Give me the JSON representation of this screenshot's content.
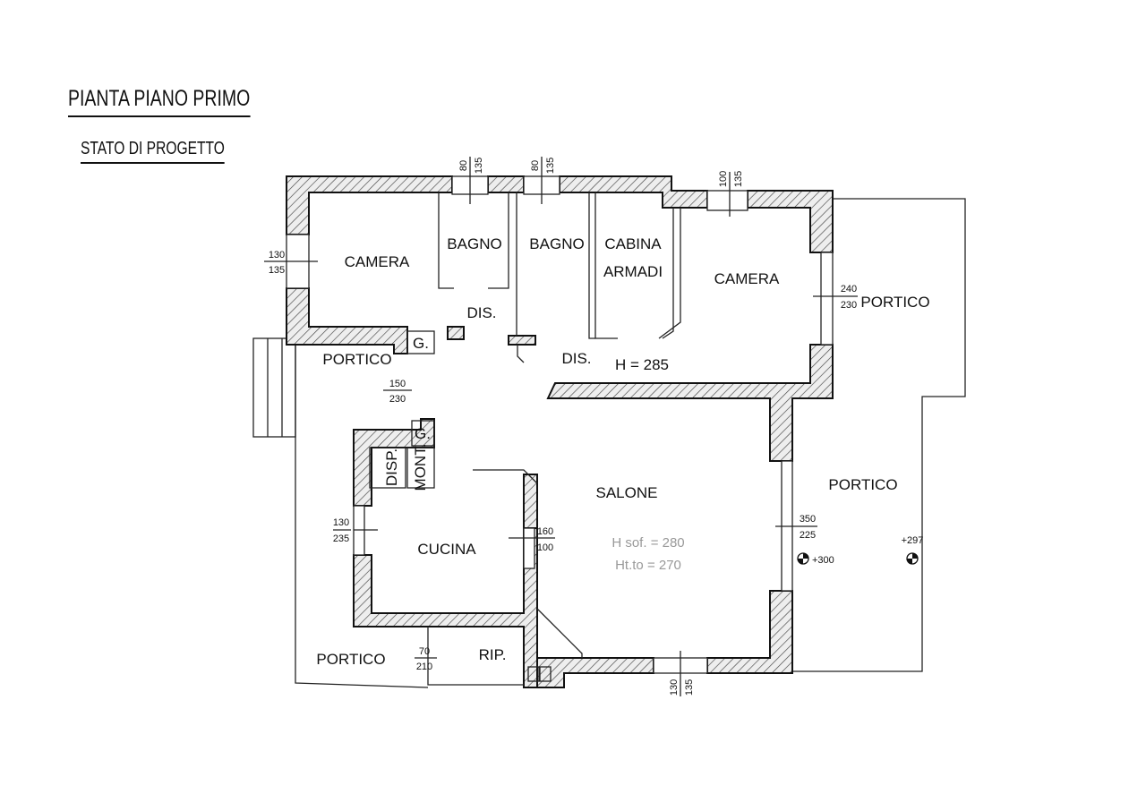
{
  "title": "PIANTA PIANO  PRIMO",
  "subtitle": "STATO DI PROGETTO",
  "rooms": {
    "camera_left": "CAMERA",
    "bagno_1": "BAGNO",
    "bagno_2": "BAGNO",
    "cabina": "CABINA",
    "armadi": "ARMADI",
    "camera_right": "CAMERA",
    "dis_1": "DIS.",
    "dis_2": "DIS.",
    "height_note": "H = 285",
    "g_1": "G.",
    "g_2": "G.",
    "portico_nw": "PORTICO",
    "portico_ne": "PORTICO",
    "portico_e": "PORTICO",
    "portico_sw": "PORTICO",
    "disp": "DISP.",
    "mont": "MONT.",
    "salone": "SALONE",
    "cucina": "CUCINA",
    "rip": "RIP.",
    "h_sof": "H sof. = 280",
    "h_tot": "Ht.to = 270"
  },
  "dimensions": {
    "w_left_camera": [
      "130",
      "135"
    ],
    "w_bagno_1": [
      "80",
      "135"
    ],
    "w_bagno_2": [
      "80",
      "135"
    ],
    "w_camera_right_top": [
      "100",
      "135"
    ],
    "w_camera_right_side": [
      "240",
      "230"
    ],
    "door_portico": [
      "150",
      "230"
    ],
    "w_cucina_left": [
      "130",
      "235"
    ],
    "w_cucina_right": [
      "160",
      "100"
    ],
    "w_salone_right": [
      "350",
      "225"
    ],
    "w_salone_bottom": [
      "130",
      "135"
    ],
    "door_rip": [
      "70",
      "210"
    ]
  },
  "levels": {
    "salone_level": "+300",
    "portico_level": "+297"
  }
}
